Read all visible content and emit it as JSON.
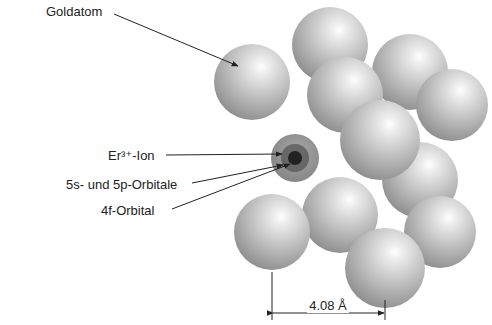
{
  "diagram": {
    "labels": [
      "Goldatom",
      "Er³⁺-Ion",
      "5s- und 5p-Orbitale",
      "4f-Orbital",
      "4.08 Å"
    ]
  }
}
